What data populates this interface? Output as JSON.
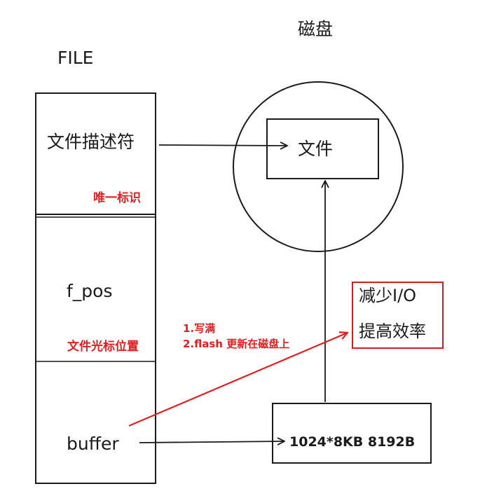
{
  "file_label": "FILE",
  "disk_label": "磁盘",
  "file_struct": {
    "fd_label": "文件描述符",
    "fd_note": "唯一标识",
    "pos_label": "f_pos",
    "pos_note": "文件光标位置",
    "buffer_label": "buffer"
  },
  "disk_file_label": "文件",
  "write_notes": {
    "step1": "1.写满",
    "step2": "2.flash 更新在磁盘上"
  },
  "benefit": {
    "line1": "减少I/O",
    "line2": "提高效率"
  },
  "buffer_size_label": "1024*8KB  8192B",
  "colors": {
    "line": "#1a1a1a",
    "highlight": "#e02020"
  }
}
